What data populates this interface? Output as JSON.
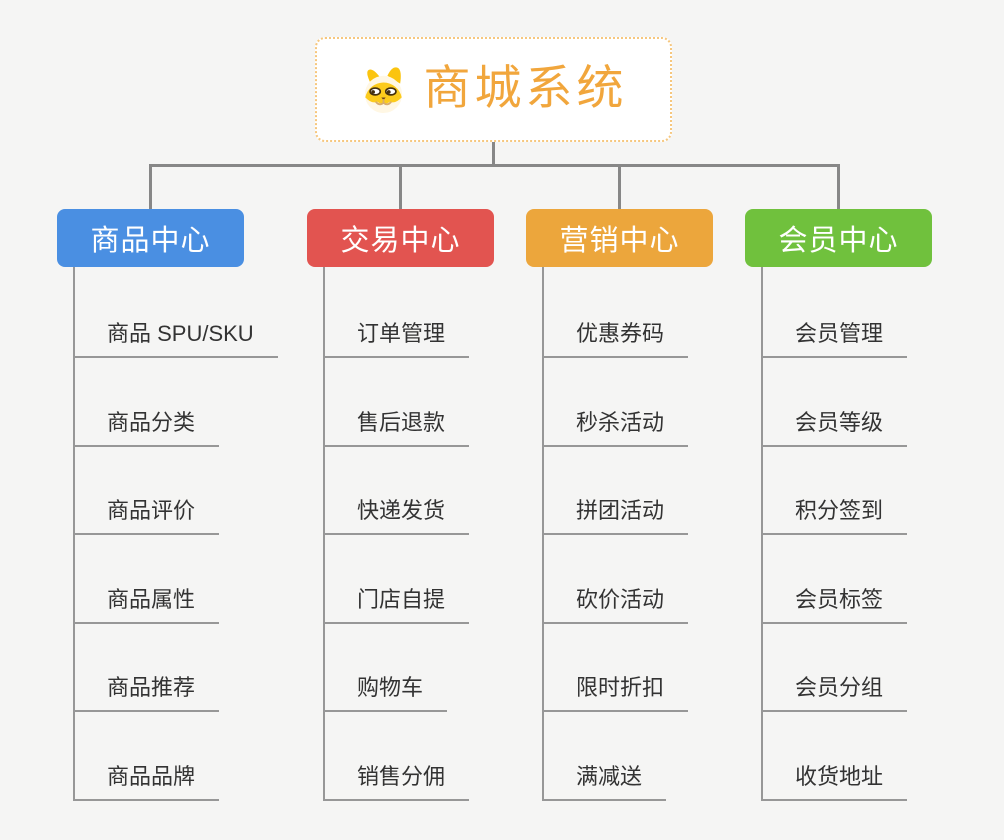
{
  "root": {
    "title": "商城系统",
    "icon": "shiba-dog-face-icon",
    "bg": "#ffffff",
    "border_color": "#f6c77e",
    "text_color": "#f1a63c"
  },
  "colors": {
    "background": "#f5f5f4",
    "connector": "#878787",
    "line": "#979797",
    "item_text": "#333333"
  },
  "branches": [
    {
      "key": "product-center",
      "label": "商品中心",
      "color": "#4a8fe2",
      "items": [
        "商品 SPU/SKU",
        "商品分类",
        "商品评价",
        "商品属性",
        "商品推荐",
        "商品品牌"
      ]
    },
    {
      "key": "trade-center",
      "label": "交易中心",
      "color": "#e25450",
      "items": [
        "订单管理",
        "售后退款",
        "快递发货",
        "门店自提",
        "购物车",
        "销售分佣"
      ]
    },
    {
      "key": "marketing-center",
      "label": "营销中心",
      "color": "#eca63c",
      "items": [
        "优惠券码",
        "秒杀活动",
        "拼团活动",
        "砍价活动",
        "限时折扣",
        "满减送"
      ]
    },
    {
      "key": "member-center",
      "label": "会员中心",
      "color": "#70c13d",
      "items": [
        "会员管理",
        "会员等级",
        "积分签到",
        "会员标签",
        "会员分组",
        "收货地址"
      ]
    }
  ]
}
